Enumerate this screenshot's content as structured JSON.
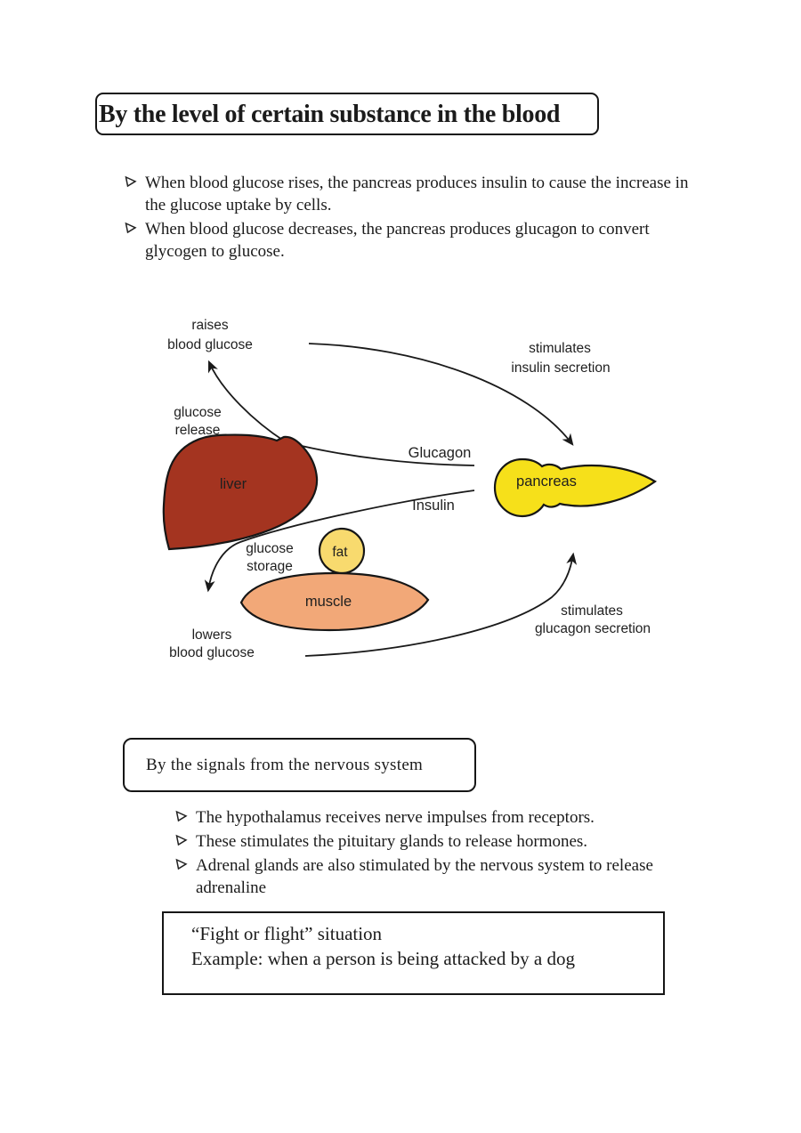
{
  "title_box": {
    "label": "By the level of certain substance in the blood"
  },
  "glucose_bullets": {
    "items": [
      "When blood glucose rises, the pancreas produces insulin to cause the increase in the glucose uptake by cells.",
      "When blood glucose decreases, the pancreas produces glucagon to convert glycogen to glucose."
    ]
  },
  "diagram": {
    "labels": {
      "raises_line1": "raises",
      "raises_line2": "blood glucose",
      "stimulates_insulin_line1": "stimulates",
      "stimulates_insulin_line2": "insulin secretion",
      "glucose_release_line1": "glucose",
      "glucose_release_line2": "release",
      "glucagon": "Glucagon",
      "insulin": "Insulin",
      "glucose_storage_line1": "glucose",
      "glucose_storage_line2": "storage",
      "stimulates_glucagon_line1": "stimulates",
      "stimulates_glucagon_line2": "glucagon secretion",
      "lowers_line1": "lowers",
      "lowers_line2": "blood glucose",
      "liver": "liver",
      "pancreas": "pancreas",
      "fat": "fat",
      "muscle": "muscle"
    },
    "colors": {
      "liver": "#A43420",
      "pancreas": "#F6E01A",
      "fat": "#F8DA6E",
      "muscle": "#F2A878",
      "line": "#1a1a1a"
    }
  },
  "nervous_box": {
    "label": "By the signals from the nervous system"
  },
  "nervous_bullets": {
    "items": [
      "The hypothalamus receives nerve impulses from receptors.",
      "These stimulates the pituitary glands to release hormones.",
      "Adrenal glands are also stimulated by the nervous system to release   adrenaline"
    ]
  },
  "fight_box": {
    "line1": "“Fight or flight” situation",
    "line2": "Example: when a person is being attacked by a dog"
  }
}
